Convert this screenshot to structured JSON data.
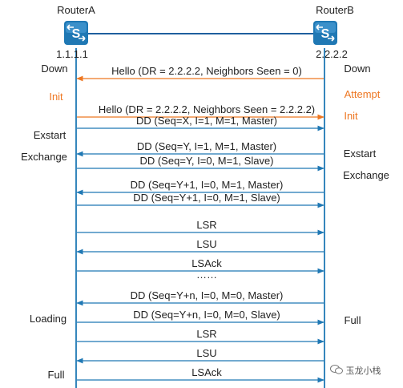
{
  "routers": {
    "a": {
      "name": "RouterA",
      "ip": "1.1.1.1"
    },
    "b": {
      "name": "RouterB",
      "ip": "2.2.2.2"
    }
  },
  "states": {
    "a": [
      {
        "text": "Down",
        "highlight": false
      },
      {
        "text": "Init",
        "highlight": true
      },
      {
        "text": "Exstart",
        "highlight": false
      },
      {
        "text": "Exchange",
        "highlight": false
      },
      {
        "text": "Loading",
        "highlight": false
      },
      {
        "text": "Full",
        "highlight": false
      }
    ],
    "b": [
      {
        "text": "Down",
        "highlight": false
      },
      {
        "text": "Attempt",
        "highlight": true
      },
      {
        "text": "Init",
        "highlight": true
      },
      {
        "text": "Exstart",
        "highlight": false
      },
      {
        "text": "Exchange",
        "highlight": false
      },
      {
        "text": "Full",
        "highlight": false
      }
    ]
  },
  "messages": [
    {
      "text": "Hello (DR = 2.2.2.2, Neighbors Seen = 0)",
      "direction": "to-a",
      "color": "#ee7722"
    },
    {
      "text": "Hello (DR = 2.2.2.2, Neighbors Seen = 2.2.2.2)",
      "direction": "to-b",
      "color": "#ee7722"
    },
    {
      "text": "DD (Seq=X, I=1, M=1, Master)",
      "direction": "to-b",
      "color": "#1f78b4"
    },
    {
      "text": "DD (Seq=Y, I=1, M=1, Master)",
      "direction": "to-a",
      "color": "#1f78b4"
    },
    {
      "text": "DD (Seq=Y, I=0, M=1, Slave)",
      "direction": "to-b",
      "color": "#1f78b4"
    },
    {
      "text": "DD (Seq=Y+1, I=0, M=1, Master)",
      "direction": "to-a",
      "color": "#1f78b4"
    },
    {
      "text": "DD (Seq=Y+1, I=0, M=1, Slave)",
      "direction": "to-b",
      "color": "#1f78b4"
    },
    {
      "text": "LSR",
      "direction": "to-b",
      "color": "#1f78b4"
    },
    {
      "text": "LSU",
      "direction": "to-a",
      "color": "#1f78b4"
    },
    {
      "text": "LSAck",
      "direction": "to-b",
      "color": "#1f78b4"
    },
    {
      "text": "……",
      "direction": "to-a",
      "color": "#1f78b4"
    },
    {
      "text": "DD (Seq=Y+n, I=0, M=0, Master)",
      "direction": "to-a",
      "color": "#1f78b4"
    },
    {
      "text": "DD (Seq=Y+n, I=0, M=0, Slave)",
      "direction": "to-b",
      "color": "#1f78b4"
    },
    {
      "text": "LSR",
      "direction": "to-b",
      "color": "#1f78b4"
    },
    {
      "text": "LSU",
      "direction": "to-a",
      "color": "#1f78b4"
    },
    {
      "text": "LSAck",
      "direction": "to-b",
      "color": "#1f78b4"
    }
  ],
  "watermark": "玉龙小栈",
  "colors": {
    "lifeline": "#1f78b4",
    "router": "#1f78b4",
    "link": "#1f5f9e",
    "highlight": "#ee7722"
  }
}
